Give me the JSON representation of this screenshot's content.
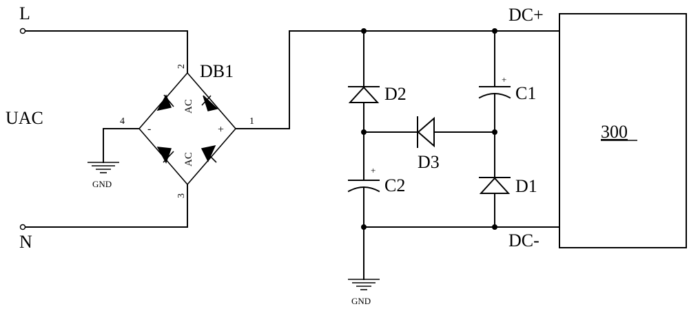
{
  "labels": {
    "L": "L",
    "N": "N",
    "UAC": "UAC",
    "DB1": "DB1",
    "D1": "D1",
    "D2": "D2",
    "D3": "D3",
    "C1": "C1",
    "C2": "C2",
    "DCplus": "DC+",
    "DCminus": "DC-",
    "GND_left": "GND",
    "GND_bottom": "GND",
    "block": "300"
  },
  "bridge": {
    "pins": {
      "p1": "1",
      "p2": "2",
      "p3": "3",
      "p4": "4"
    },
    "ac_top": "AC",
    "ac_bottom": "AC",
    "minus": "-",
    "plus": "+"
  },
  "cap_polarity": {
    "C1": "+",
    "C2": "+"
  }
}
